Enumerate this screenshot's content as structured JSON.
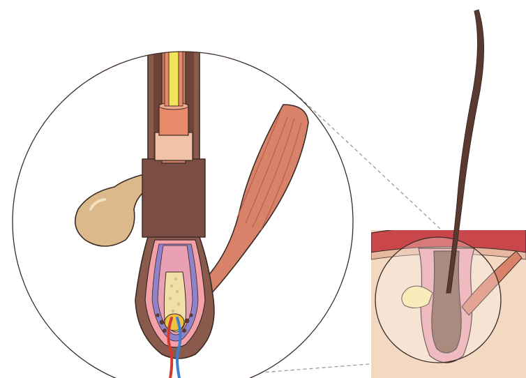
{
  "diagram": {
    "colors": {
      "background": "#ffffff",
      "outline": "#3a2a24",
      "hair_shaft": "#5a3a30",
      "outer_sheath": "#8a5a4c",
      "inner_sheath": "#c77a5e",
      "medulla": "#f3e35a",
      "cortex": "#e8896a",
      "cuticle_band": "#f2c2a8",
      "follicle_band": "#8b5e4f",
      "sebaceous_gland": "#dcb98a",
      "arrector_muscle": "#d9826a",
      "arrector_muscle_dark": "#b85f4a",
      "dermis": "#f3d9c2",
      "epidermis": "#c9474a",
      "papilla": "#f0e0a8",
      "artery": "#d13a2e",
      "vein": "#3f7fd0",
      "leader_line": "#9a9a9a",
      "follicle_inner_pink": "#e9a0b4",
      "follicle_inner_purple": "#8f82c8"
    },
    "parts": [
      "hair-shaft",
      "hair-follicle",
      "sebaceous-gland",
      "arrector-pili-muscle",
      "dermal-papilla",
      "blood-vessels",
      "skin-cross-section",
      "magnifier-circle"
    ]
  }
}
